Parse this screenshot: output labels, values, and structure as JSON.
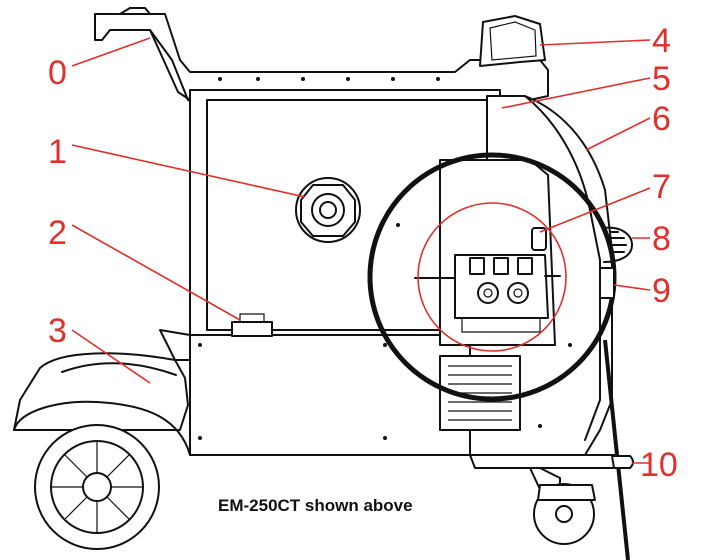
{
  "figure": {
    "caption": "EM-250CT shown above",
    "callouts": [
      {
        "number": "0"
      },
      {
        "number": "1"
      },
      {
        "number": "2"
      },
      {
        "number": "3"
      },
      {
        "number": "4"
      },
      {
        "number": "5"
      },
      {
        "number": "6"
      },
      {
        "number": "7"
      },
      {
        "number": "8"
      },
      {
        "number": "9"
      },
      {
        "number": "10"
      }
    ],
    "colors": {
      "callout": "#e0302b",
      "line_art": "#111111",
      "background": "#ffffff"
    }
  }
}
